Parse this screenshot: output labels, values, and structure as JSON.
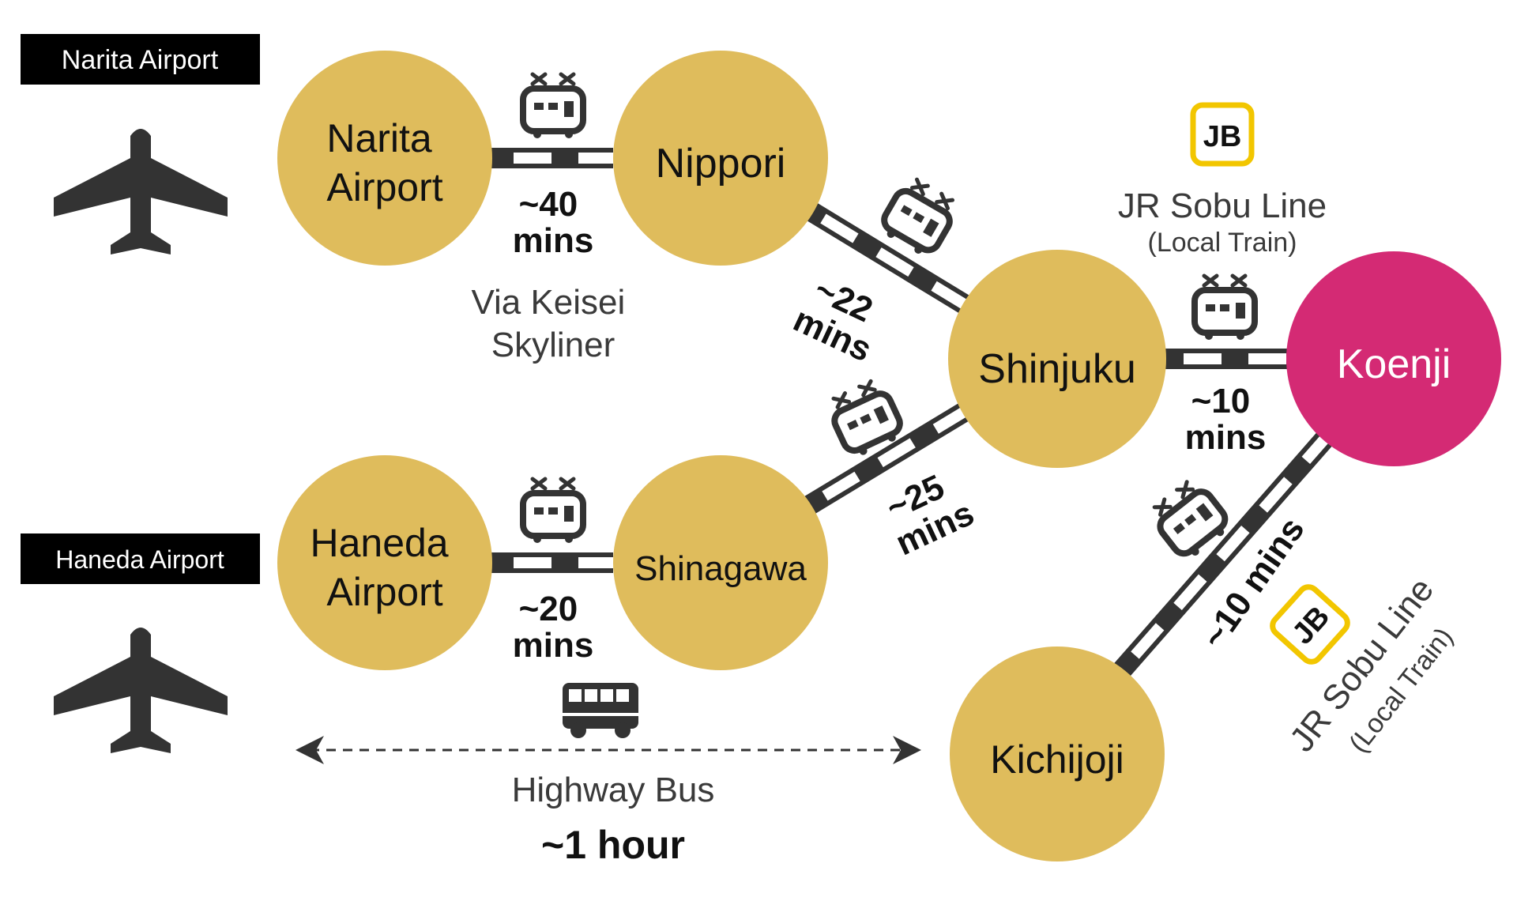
{
  "colors": {
    "station": "#dfbc5c",
    "destination": "#d42a74",
    "dark": "#333333",
    "black": "#000000",
    "jb_badge_border": "#f2c600",
    "caption": "#3a3a3a"
  },
  "airport_tags": {
    "narita": "Narita Airport",
    "haneda": "Haneda Airport"
  },
  "stations": {
    "narita_airport": [
      "Narita",
      "Airport"
    ],
    "nippori": "Nippori",
    "shinjuku": "Shinjuku",
    "koenji": "Koenji",
    "haneda_airport": [
      "Haneda",
      "Airport"
    ],
    "shinagawa": "Shinagawa",
    "kichijoji": "Kichijoji"
  },
  "durations": {
    "narita_nippori": [
      "~40",
      "mins"
    ],
    "nippori_shinjuku": [
      "~22",
      "mins"
    ],
    "shinjuku_koenji": [
      "~10",
      "mins"
    ],
    "haneda_shinagawa": [
      "~20",
      "mins"
    ],
    "shinagawa_shinjuku": [
      "~25",
      "mins"
    ],
    "kichijoji_koenji": "~10 mins"
  },
  "lines": {
    "keisei": [
      "Via Keisei",
      "Skyliner"
    ],
    "jb_badge": "JB",
    "sobu_name": "JR Sobu Line",
    "sobu_sub": "(Local Train)"
  },
  "bus": {
    "label": "Highway Bus",
    "duration": "~1 hour"
  },
  "icons": {
    "airplane": "airplane-icon",
    "train": "train-icon",
    "bus": "bus-icon"
  }
}
